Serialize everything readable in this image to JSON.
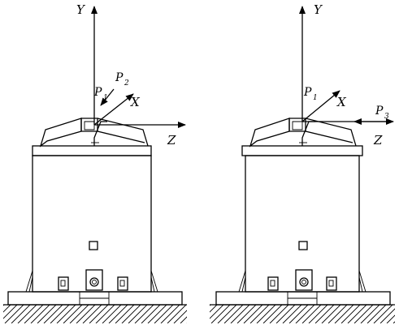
{
  "figure": {
    "left": {
      "axis_y": "Y",
      "axis_x": "X",
      "axis_z": "Z",
      "force_1_letter": "P",
      "force_1_sub": "1",
      "force_2_letter": "P",
      "force_2_sub": "2"
    },
    "right": {
      "axis_y": "Y",
      "axis_x": "X",
      "axis_z": "Z",
      "force_1_letter": "P",
      "force_1_sub": "1",
      "force_3_letter": "P",
      "force_3_sub": "3"
    }
  }
}
